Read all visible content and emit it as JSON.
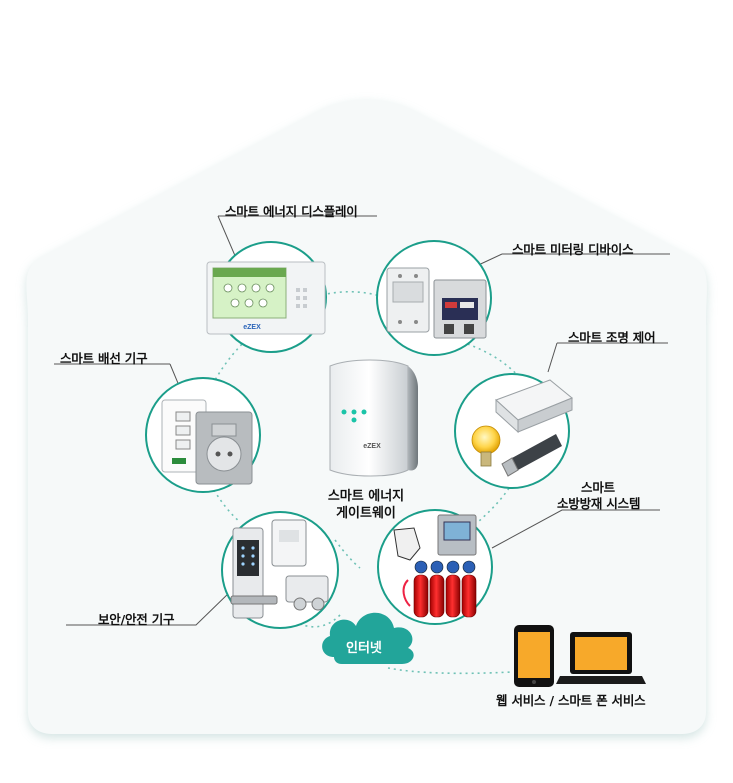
{
  "center": {
    "line1": "스마트 에너지",
    "line2": "게이트웨이"
  },
  "nodes": {
    "display": {
      "label": "스마트 에너지 디스플레이"
    },
    "metering": {
      "label": "스마트 미터링 디바이스"
    },
    "lighting": {
      "label": "스마트 조명 제어"
    },
    "wiring": {
      "label": "스마트 배선 기구"
    },
    "fire": {
      "line1": "스마트",
      "line2": "소방방재 시스템"
    },
    "security": {
      "label": "보안/안전 기구"
    }
  },
  "internet": {
    "label": "인터넷"
  },
  "web": {
    "label": "웹 서비스 / 스마트 폰 서비스"
  },
  "brand": {
    "device_logo": "eZEX"
  },
  "colors": {
    "circle_stroke": "#1b9e8a",
    "house_fill": "#f5f8f8",
    "house_shadow": "#d2e4e2",
    "cloud": "#22a59a",
    "dotted": "#6fc2b6"
  }
}
